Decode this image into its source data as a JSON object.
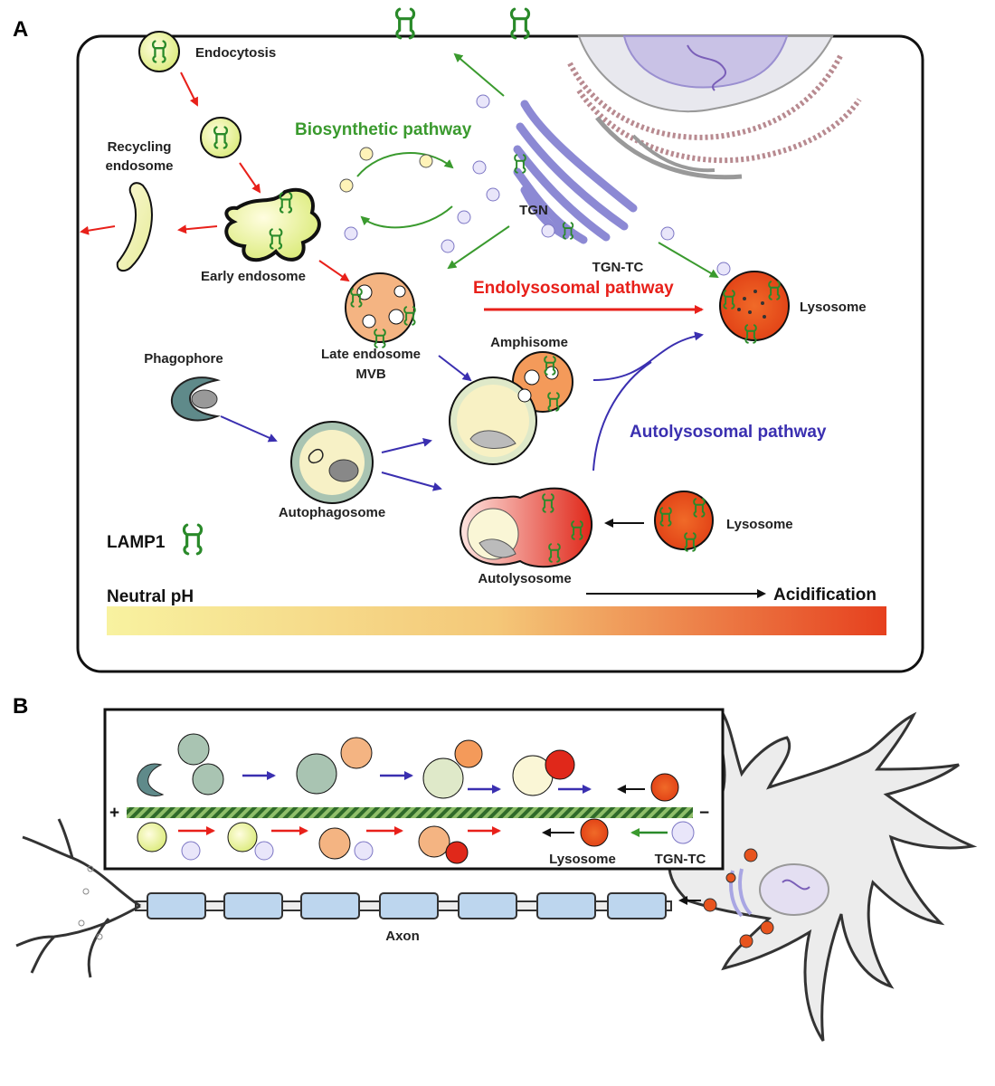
{
  "panels": {
    "a": "A",
    "b": "B"
  },
  "panel_a": {
    "endocytosis": "Endocytosis",
    "recycling_line1": "Recycling",
    "recycling_line2": "endosome",
    "early_endosome": "Early endosome",
    "biosynthetic": "Biosynthetic pathway",
    "tgn": "TGN",
    "tgn_tc": "TGN-TC",
    "endolysosomal": "Endolysosomal pathway",
    "lysosome_top": "Lysosome",
    "late_endosome_line1": "Late endosome",
    "late_endosome_line2": "MVB",
    "amphisome": "Amphisome",
    "phagophore": "Phagophore",
    "autophagosome": "Autophagosome",
    "autolysosomal": "Autolysosomal pathway",
    "autolysosome": "Autolysosome",
    "lysosome_bottom": "Lysosome",
    "lamp1": "LAMP1",
    "neutral_ph": "Neutral pH",
    "acidification": "Acidification"
  },
  "panel_b": {
    "plus": "+",
    "minus": "−",
    "lysosome": "Lysosome",
    "tgn_tc": "TGN-TC",
    "axon": "Axon"
  },
  "colors": {
    "endocytic_arrow": "#e8201a",
    "biosynthetic_arrow": "#3a9a2e",
    "autophagic_arrow": "#3a2fb0",
    "ph_gradient_start": "#f8f2a0",
    "ph_gradient_end": "#e6401e",
    "lysosome_fill": "#e8541e",
    "late_endosome_fill": "#f4b482",
    "golgi_fill": "#a9a6e3",
    "myelin_fill": "#bdd6ee"
  }
}
